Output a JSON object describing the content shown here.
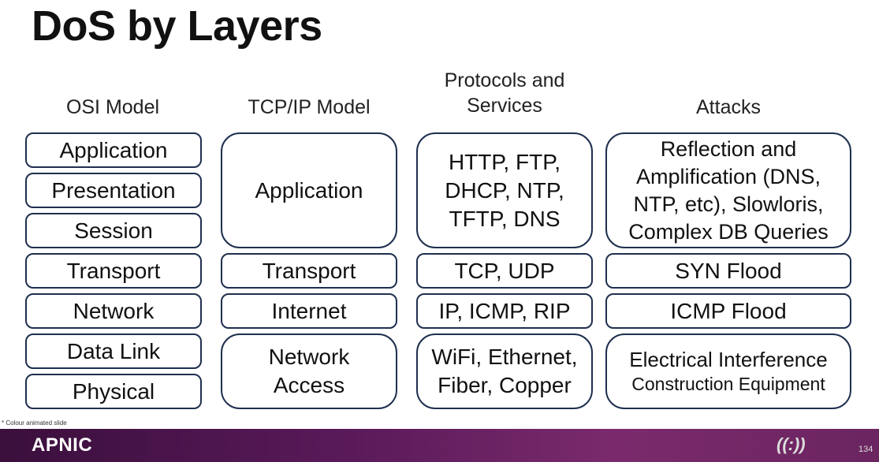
{
  "title": "DoS by Layers",
  "headers": {
    "osi": "OSI Model",
    "tcpip": "TCP/IP Model",
    "protocols_line1": "Protocols and",
    "protocols_line2": "Services",
    "attacks": "Attacks"
  },
  "osi": [
    "Application",
    "Presentation",
    "Session",
    "Transport",
    "Network",
    "Data Link",
    "Physical"
  ],
  "tcpip": {
    "application": "Application",
    "transport": "Transport",
    "internet": "Internet",
    "network_access_1": "Network",
    "network_access_2": "Access"
  },
  "protocols": {
    "app_1": "HTTP, FTP,",
    "app_2": "DHCP, NTP,",
    "app_3": "TFTP, DNS",
    "transport": "TCP, UDP",
    "internet": "IP, ICMP, RIP",
    "link_1": "WiFi, Ethernet,",
    "link_2": "Fiber, Copper"
  },
  "attacks": {
    "app_1": "Reflection and",
    "app_2": "Amplification (DNS,",
    "app_3": "NTP, etc), Slowloris,",
    "app_4": "Complex DB Queries",
    "transport": "SYN Flood",
    "internet": "ICMP Flood",
    "link_1": "Electrical Interference",
    "link_2": "Construction Equipment"
  },
  "footnote": "* Colour animated slide",
  "footer": {
    "logo": "APNIC",
    "page": "134"
  },
  "colors": {
    "border": "#1f2f4f",
    "footer_bar": "#5a1a5a"
  }
}
